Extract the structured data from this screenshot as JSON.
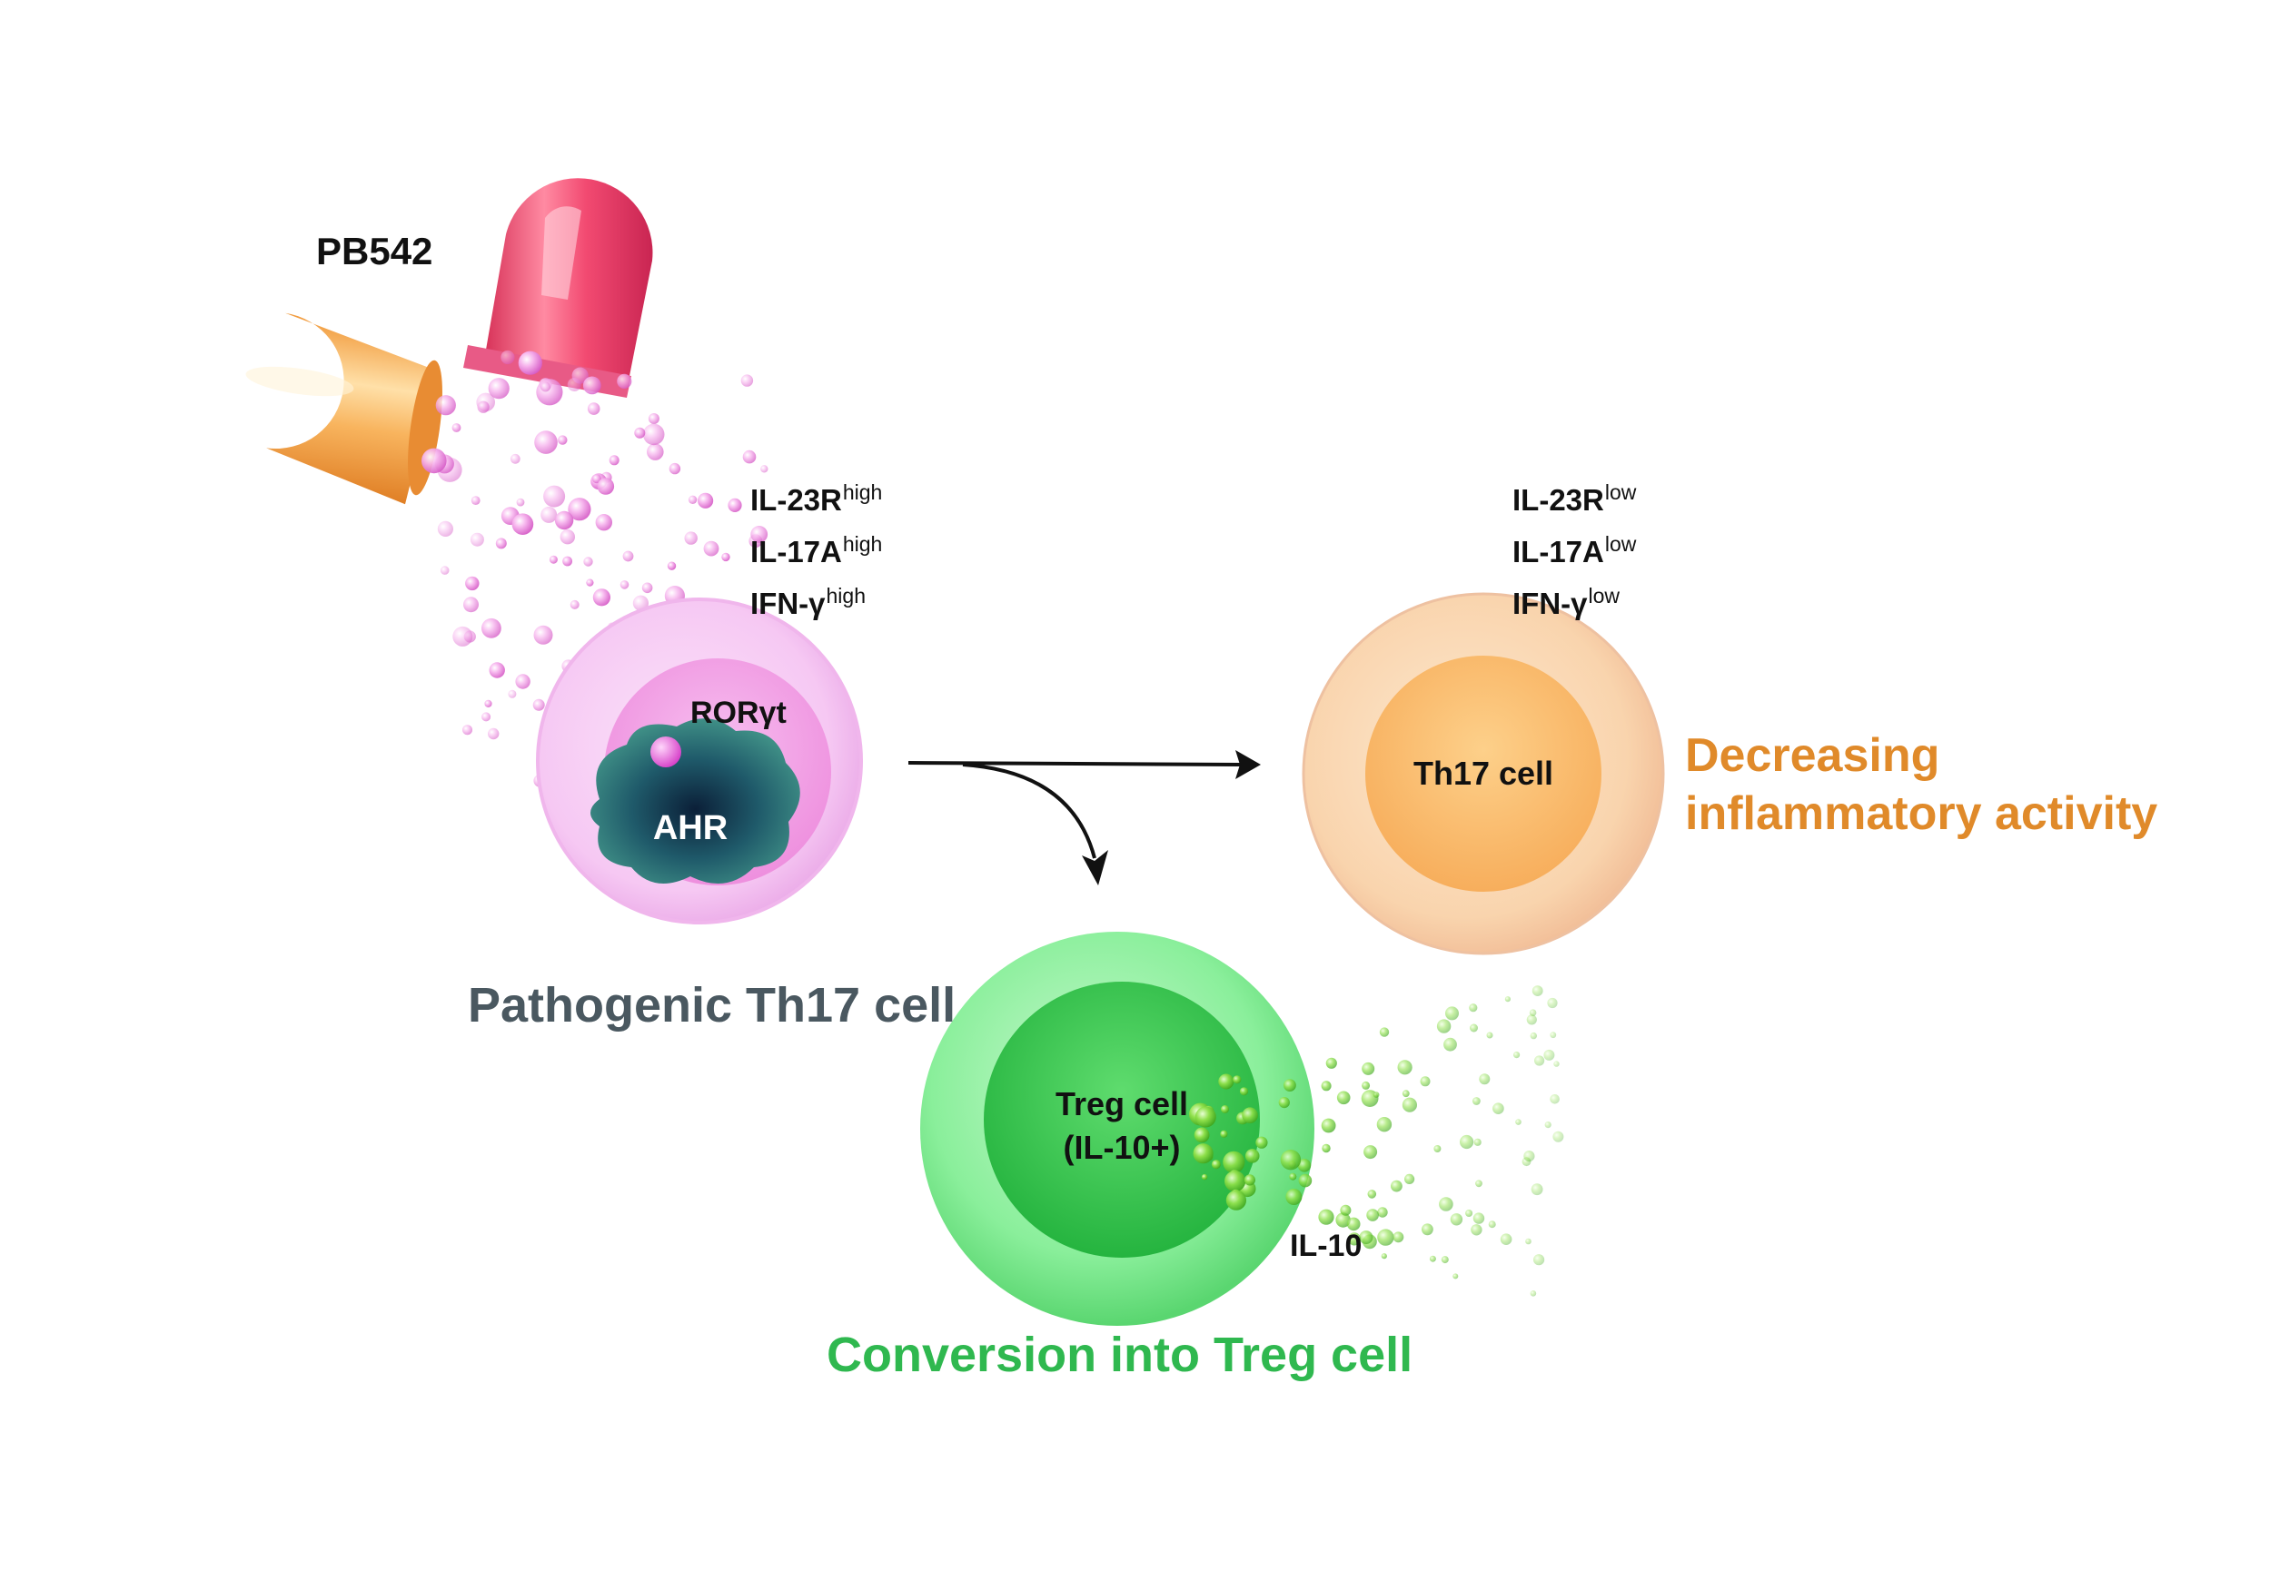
{
  "drug": {
    "name": "PB542"
  },
  "pathogenic_cell": {
    "markers": [
      {
        "name": "IL-23R",
        "level": "high"
      },
      {
        "name": "IL-17A",
        "level": "high"
      },
      {
        "name": "IFN-γ",
        "level": "high"
      }
    ],
    "receptor_label": "RORγt",
    "nucleus_label": "AHR",
    "caption": "Pathogenic Th17 cell",
    "color": "#f3b8ee"
  },
  "th17_cell": {
    "markers": [
      {
        "name": "IL-23R",
        "level": "low"
      },
      {
        "name": "IL-17A",
        "level": "low"
      },
      {
        "name": "IFN-γ",
        "level": "low"
      }
    ],
    "label": "Th17 cell",
    "outcome_line1": "Decreasing",
    "outcome_line2": "inflammatory activity",
    "color": "#f6c99a",
    "outcome_color": "#e08a2a"
  },
  "treg_cell": {
    "label_line1": "Treg cell",
    "label_line2": "(IL-10+)",
    "secretion_label": "IL-10",
    "caption": "Conversion into Treg cell",
    "color": "#5fe07a",
    "caption_color": "#2fb84f"
  },
  "caption_color_pathogenic": "#4a5860"
}
